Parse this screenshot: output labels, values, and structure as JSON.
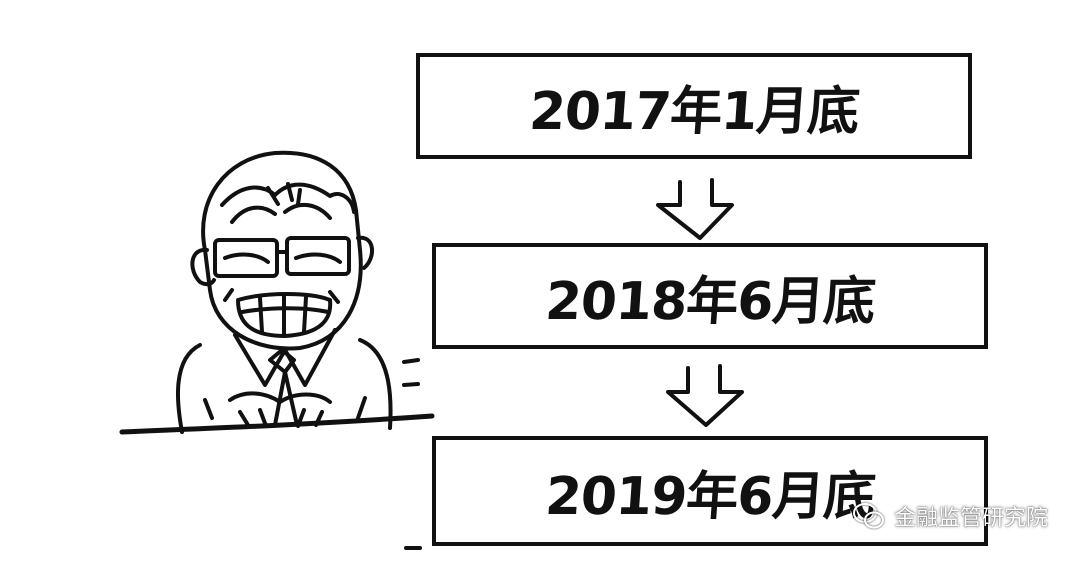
{
  "timeline": {
    "steps": [
      {
        "label": "2017年1月底"
      },
      {
        "label": "2018年6月底"
      },
      {
        "label": "2019年6月底"
      }
    ]
  },
  "watermark": {
    "text": "金融监管研究院",
    "icon": "wechat-icon"
  },
  "colors": {
    "ink": "#111111",
    "background": "#ffffff"
  }
}
